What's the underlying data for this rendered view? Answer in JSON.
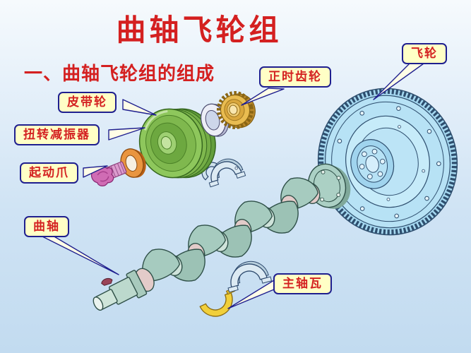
{
  "title": "曲轴飞轮组",
  "subtitle": "一、曲轴飞轮组的组成",
  "labels": [
    {
      "id": "belt-pulley",
      "text": "皮带轮"
    },
    {
      "id": "torsional-damper",
      "text": "扭转减振器"
    },
    {
      "id": "starting-claw",
      "text": "起动爪"
    },
    {
      "id": "crankshaft",
      "text": "曲轴"
    },
    {
      "id": "main-bearing-shell",
      "text": "主轴瓦"
    },
    {
      "id": "timing-gear",
      "text": "正时齿轮"
    },
    {
      "id": "flywheel",
      "text": "飞轮"
    }
  ],
  "colors": {
    "background_top": "#f6fafd",
    "background_bottom": "#c2dbf0",
    "title_red": "#d42020",
    "label_background": "#ffffc6",
    "label_border": "#1f1f8f",
    "leader_line": "#1f1f8f",
    "flywheel_blue": "#a5d8f0",
    "pulley_green": "#8ec75c",
    "timing_gear_gold": "#e9bc50",
    "starting_claw_pink": "#d06cb4",
    "washer_ring_orange": "#e9953f",
    "crankshaft_teal": "#a6cbbf",
    "journal_pink": "#e3cbc9",
    "bearing_shell_blue": "#dceaf3",
    "bearing_shell_yellow": "#f1cf3a"
  }
}
